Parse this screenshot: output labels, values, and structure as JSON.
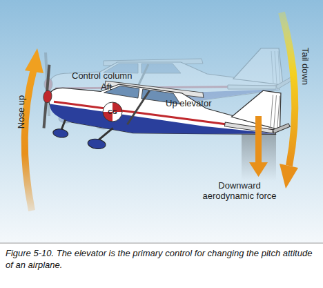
{
  "diagram": {
    "caption": "Figure 5-10. The elevator is the primary control for changing the pitch attitude of an airplane.",
    "nodes": [
      {
        "text": [
          "CG"
        ]
      }
    ],
    "labels": [
      "Control column",
      "Aft",
      "Up elevator",
      "Nose up",
      "Tail down",
      "Downward aerodynamic force"
    ]
  }
}
